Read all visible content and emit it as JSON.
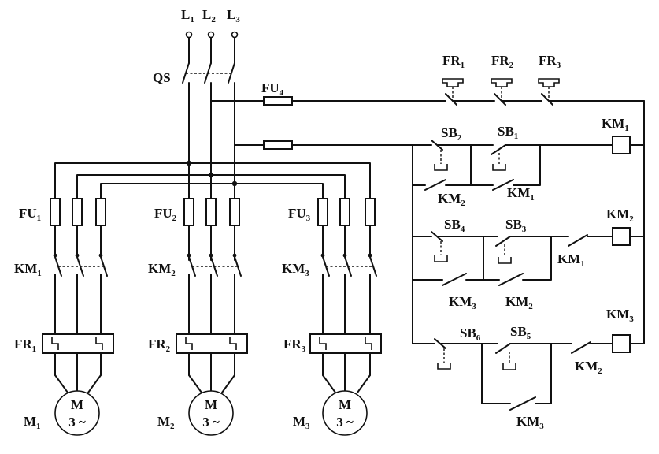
{
  "labels": {
    "L1": {
      "main": "L",
      "sub": "1"
    },
    "L2": {
      "main": "L",
      "sub": "2"
    },
    "L3": {
      "main": "L",
      "sub": "3"
    },
    "QS": "QS",
    "FU4": {
      "main": "FU",
      "sub": "4"
    },
    "FR1_ctl": {
      "main": "FR",
      "sub": "1"
    },
    "FR2_ctl": {
      "main": "FR",
      "sub": "2"
    },
    "FR3_ctl": {
      "main": "FR",
      "sub": "3"
    },
    "SB2": {
      "main": "SB",
      "sub": "2"
    },
    "SB1": {
      "main": "SB",
      "sub": "1"
    },
    "SB4": {
      "main": "SB",
      "sub": "4"
    },
    "SB3": {
      "main": "SB",
      "sub": "3"
    },
    "SB6": {
      "main": "SB",
      "sub": "6"
    },
    "SB5": {
      "main": "SB",
      "sub": "5"
    },
    "KM1_coil": {
      "main": "KM",
      "sub": "1"
    },
    "KM2_coil": {
      "main": "KM",
      "sub": "2"
    },
    "KM3_coil": {
      "main": "KM",
      "sub": "3"
    },
    "KM2_hold1": {
      "main": "KM",
      "sub": "2"
    },
    "KM1_hold1": {
      "main": "KM",
      "sub": "1"
    },
    "KM1_inter": {
      "main": "KM",
      "sub": "1"
    },
    "KM3_hold2": {
      "main": "KM",
      "sub": "3"
    },
    "KM2_hold2": {
      "main": "KM",
      "sub": "2"
    },
    "KM2_inter": {
      "main": "KM",
      "sub": "2"
    },
    "KM3_hold3": {
      "main": "KM",
      "sub": "3"
    },
    "FU1": {
      "main": "FU",
      "sub": "1"
    },
    "FU2": {
      "main": "FU",
      "sub": "2"
    },
    "FU3": {
      "main": "FU",
      "sub": "3"
    },
    "KM1_main": {
      "main": "KM",
      "sub": "1"
    },
    "KM2_main": {
      "main": "KM",
      "sub": "2"
    },
    "KM3_main": {
      "main": "KM",
      "sub": "3"
    },
    "FR1_main": {
      "main": "FR",
      "sub": "1"
    },
    "FR2_main": {
      "main": "FR",
      "sub": "2"
    },
    "FR3_main": {
      "main": "FR",
      "sub": "3"
    },
    "M1": {
      "main": "M",
      "sub": "1"
    },
    "M2": {
      "main": "M",
      "sub": "2"
    },
    "M3": {
      "main": "M",
      "sub": "3"
    }
  },
  "motors": {
    "motor_symbol": "M",
    "motor_phase": "3 ~"
  }
}
